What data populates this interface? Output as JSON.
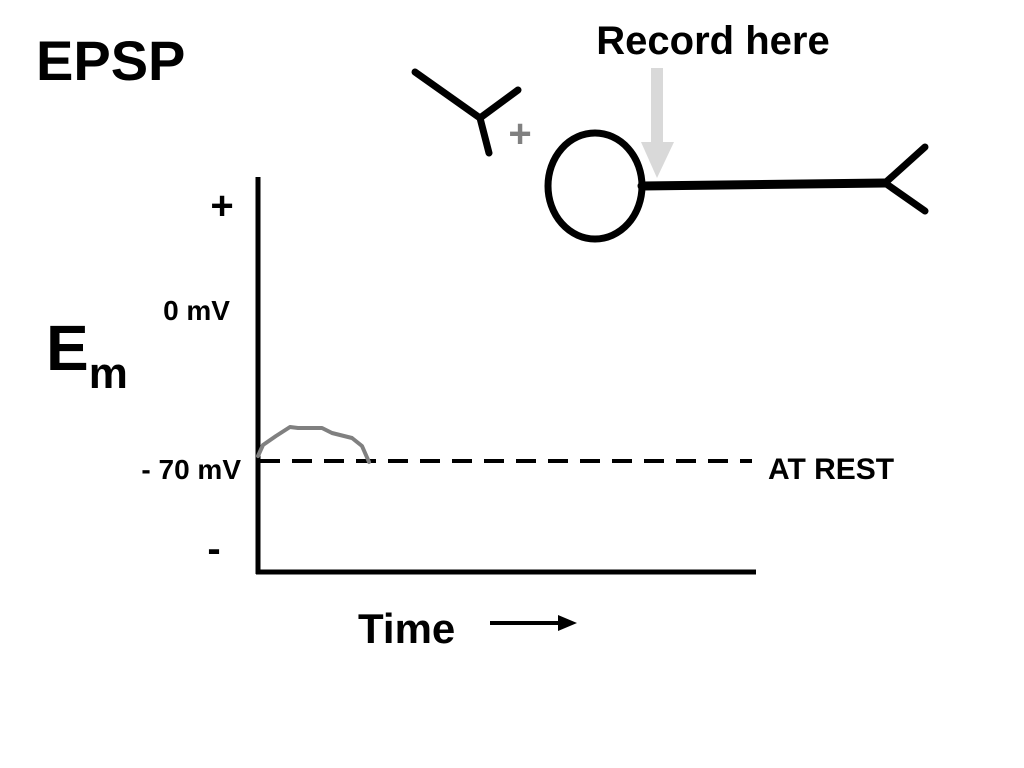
{
  "title": "EPSP",
  "record_label": "Record here",
  "synapse_sign": "+",
  "graph": {
    "y_axis": {
      "symbol": "E",
      "subscript": "m",
      "plus_label": "+",
      "minus_label": "-",
      "zero_label": "0 mV",
      "rest_level_label": "- 70 mV"
    },
    "rest_line_label": "AT REST",
    "x_axis_label": "Time"
  },
  "colors": {
    "ink": "#000000",
    "trace": "#808080",
    "sign": "#808080",
    "record_arrow": "#d9d9d9"
  }
}
